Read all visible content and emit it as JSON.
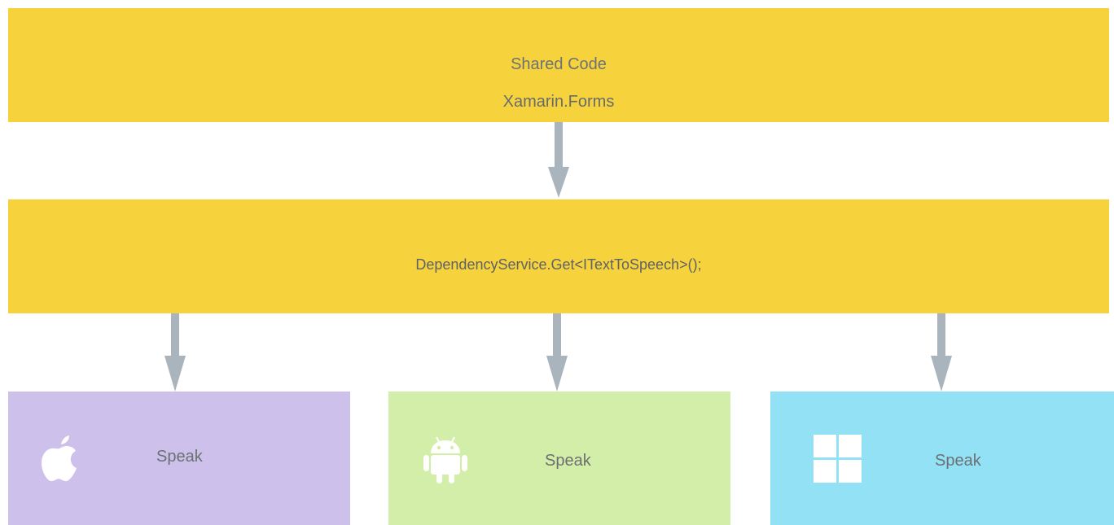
{
  "shared": {
    "title": "Shared Code",
    "subtitle": "Xamarin.Forms"
  },
  "dependency": {
    "call": "DependencyService.Get<ITextToSpeech>();"
  },
  "platforms": [
    {
      "icon": "apple-icon",
      "label": "Speak"
    },
    {
      "icon": "android-icon",
      "label": "Speak"
    },
    {
      "icon": "windows-icon",
      "label": "Speak"
    }
  ],
  "colors": {
    "band": "#f6d23c",
    "arrow": "#a9b4bc",
    "ios": "#cdc1ec",
    "android": "#d2eea9",
    "windows": "#93e1f4",
    "icon": "#ffffff"
  }
}
